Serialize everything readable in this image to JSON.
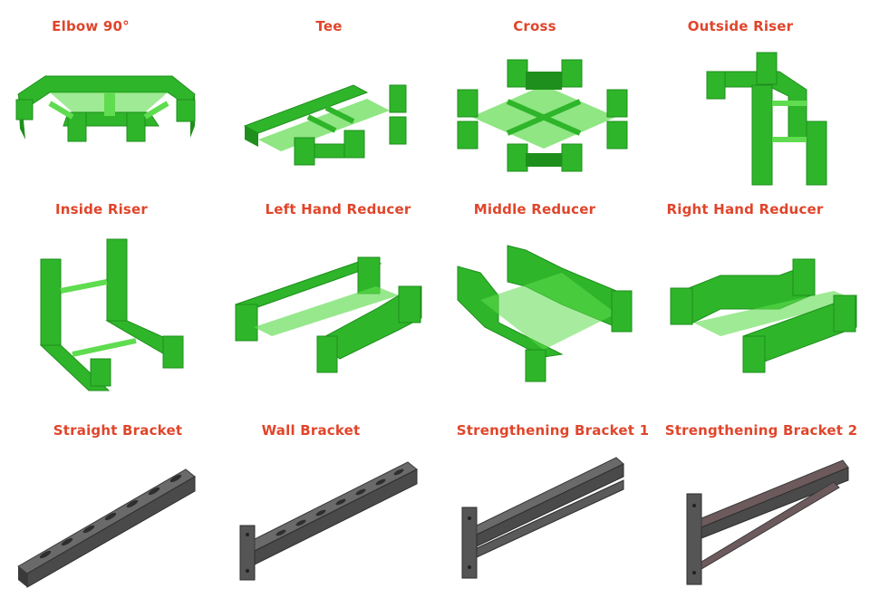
{
  "items": [
    {
      "label": "Elbow 90°",
      "kind": "elbow"
    },
    {
      "label": "Tee",
      "kind": "tee"
    },
    {
      "label": "Cross",
      "kind": "cross"
    },
    {
      "label": "Outside Riser",
      "kind": "outside-riser"
    },
    {
      "label": "Inside Riser",
      "kind": "inside-riser"
    },
    {
      "label": "Left Hand Reducer",
      "kind": "left-reducer"
    },
    {
      "label": "Middle Reducer",
      "kind": "middle-reducer"
    },
    {
      "label": "Right Hand Reducer",
      "kind": "right-reducer"
    },
    {
      "label": "Straight Bracket",
      "kind": "straight-bracket"
    },
    {
      "label": "Wall Bracket",
      "kind": "wall-bracket"
    },
    {
      "label": "Strengthening Bracket 1",
      "kind": "strengthening-bracket-1"
    },
    {
      "label": "Strengthening Bracket 2",
      "kind": "strengthening-bracket-2"
    }
  ],
  "colors": {
    "label": "#e0452b",
    "tray_green": "#2fb52a",
    "tray_green_dark": "#1e8f1c",
    "tray_green_light": "#5fdc4f",
    "steel": "#5a5a5a",
    "steel_dark": "#3a3a3a",
    "steel_red": "#6d5a5c"
  }
}
